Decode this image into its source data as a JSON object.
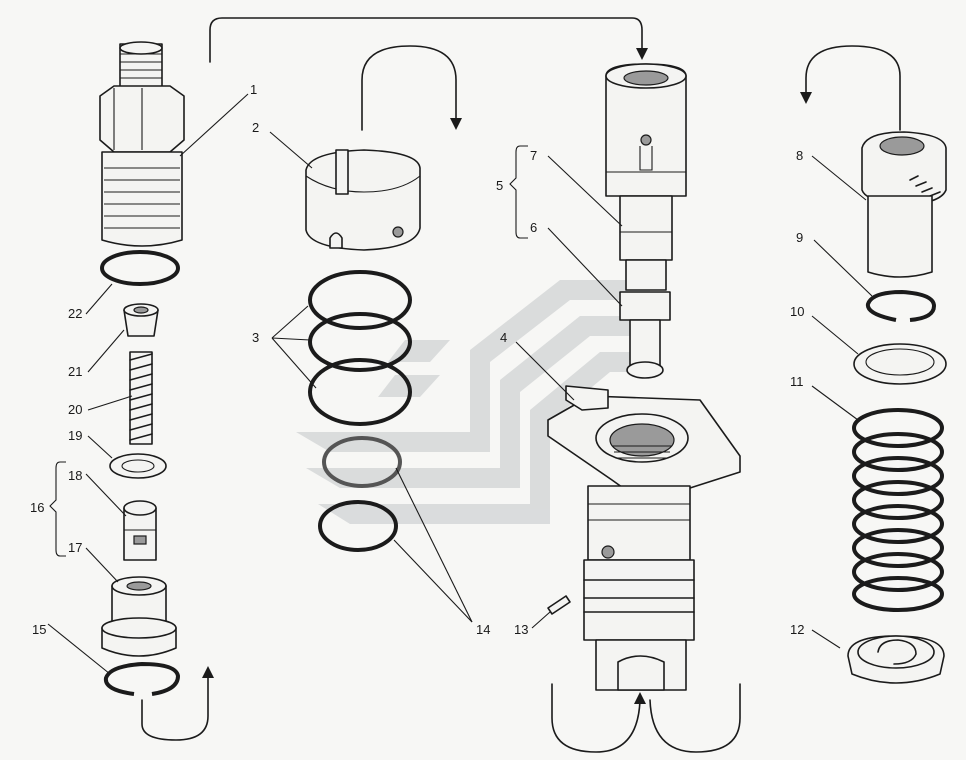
{
  "figure": {
    "callouts": [
      {
        "id": "1",
        "text": "1"
      },
      {
        "id": "2",
        "text": "2"
      },
      {
        "id": "3",
        "text": "3"
      },
      {
        "id": "4",
        "text": "4"
      },
      {
        "id": "5",
        "text": "5"
      },
      {
        "id": "6",
        "text": "6"
      },
      {
        "id": "7",
        "text": "7"
      },
      {
        "id": "8",
        "text": "8"
      },
      {
        "id": "9",
        "text": "9"
      },
      {
        "id": "10",
        "text": "10"
      },
      {
        "id": "11",
        "text": "11"
      },
      {
        "id": "12",
        "text": "12"
      },
      {
        "id": "13",
        "text": "13"
      },
      {
        "id": "14",
        "text": "14"
      },
      {
        "id": "15",
        "text": "15"
      },
      {
        "id": "16",
        "text": "16"
      },
      {
        "id": "17",
        "text": "17"
      },
      {
        "id": "18",
        "text": "18"
      },
      {
        "id": "19",
        "text": "19"
      },
      {
        "id": "20",
        "text": "20"
      },
      {
        "id": "21",
        "text": "21"
      },
      {
        "id": "22",
        "text": "22"
      }
    ],
    "colors": {
      "ink": "#1b1b1b",
      "paper": "#f7f7f5",
      "watermark": "#c3c6c8"
    },
    "watermark_icon": "stripe-logo-watermark"
  }
}
